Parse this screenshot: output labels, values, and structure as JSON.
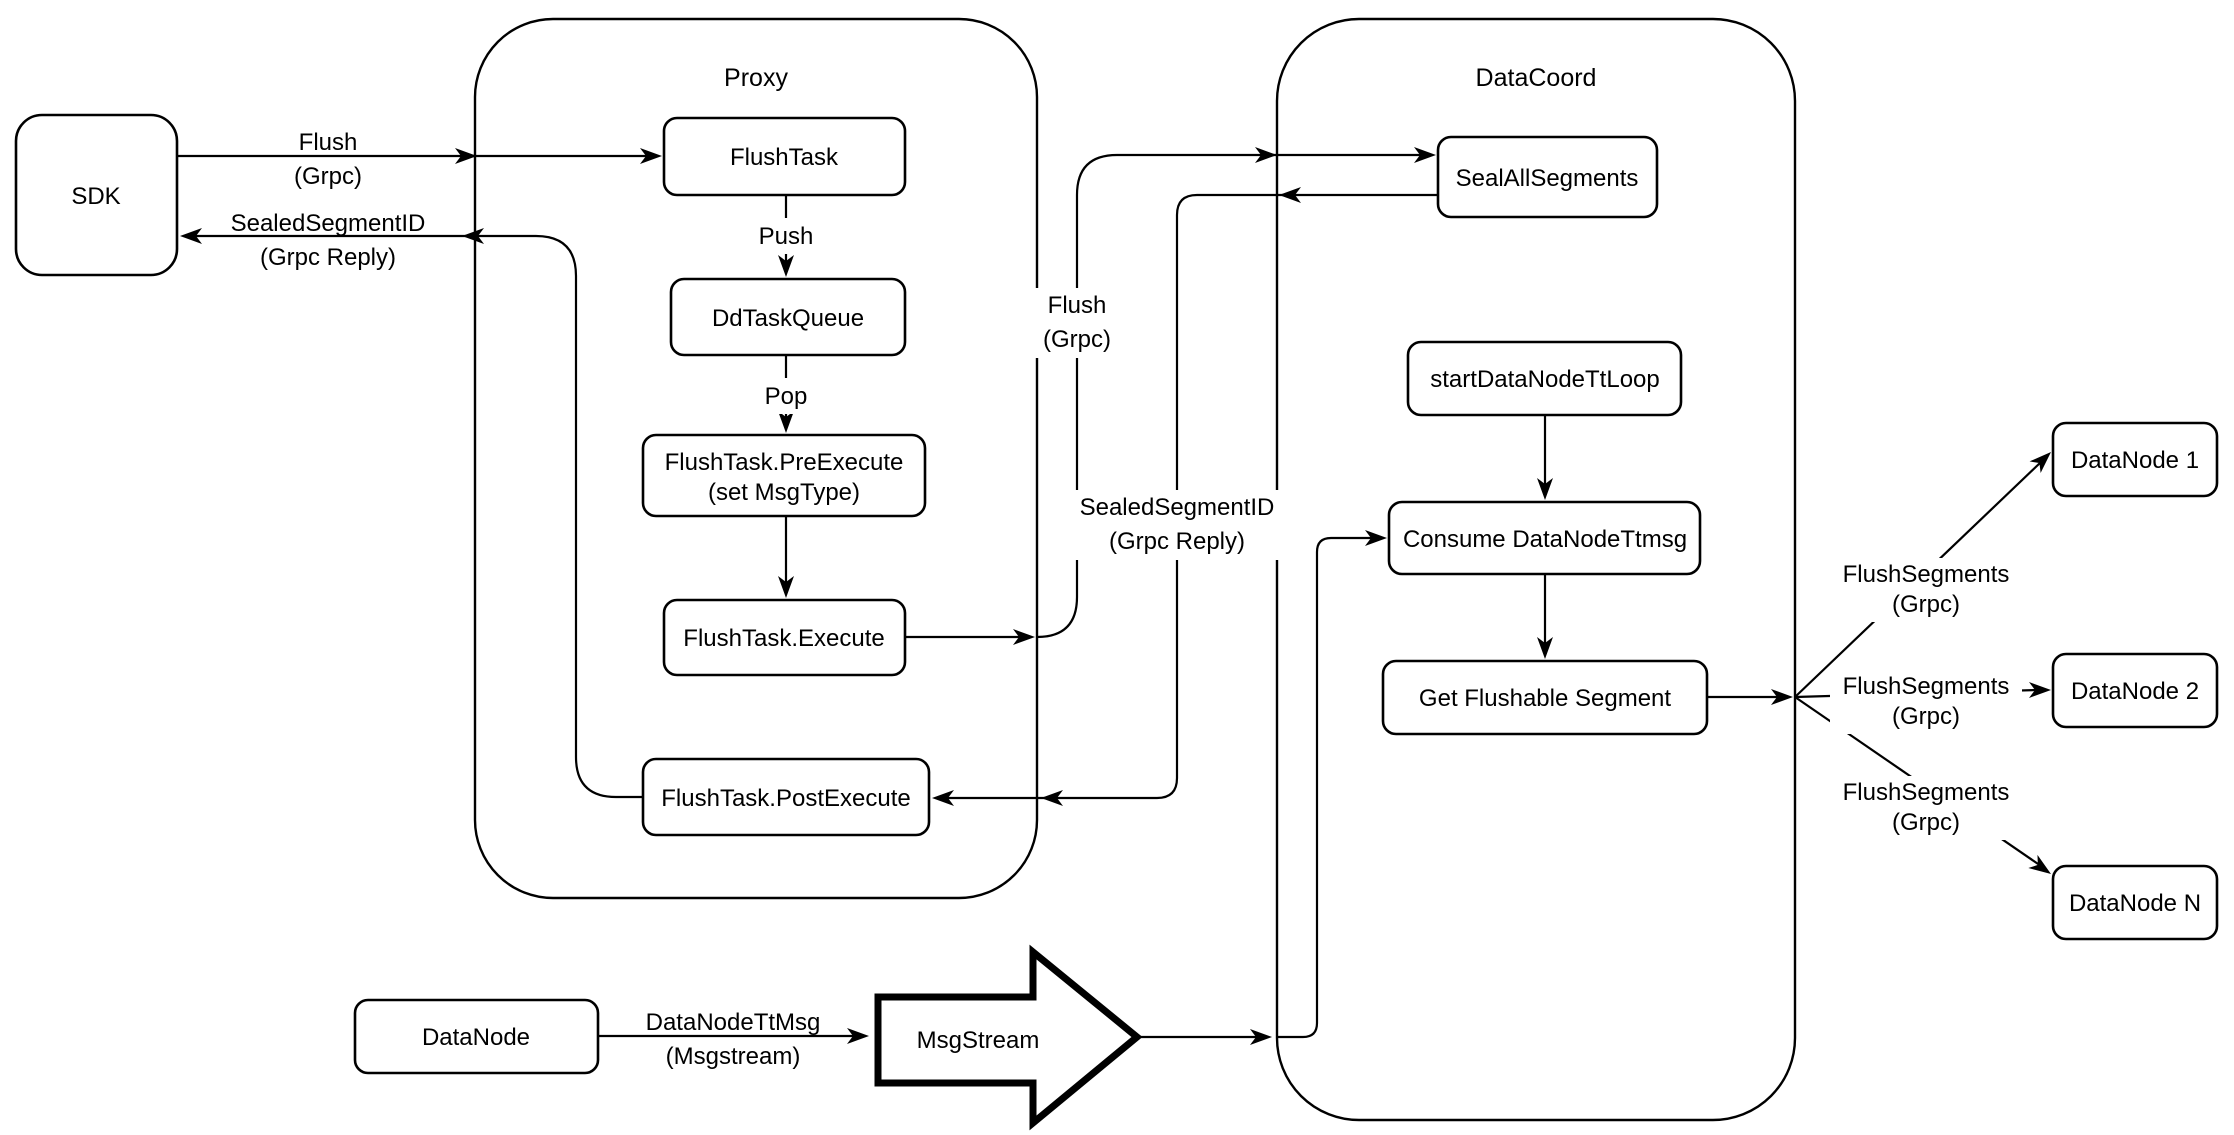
{
  "diagram": {
    "colors": {
      "stroke": "#000000",
      "node_fill": "#ffffff",
      "background": "#ffffff"
    },
    "containers": {
      "proxy": {
        "title": "Proxy"
      },
      "datacoord": {
        "title": "DataCoord"
      }
    },
    "nodes": {
      "sdk": "SDK",
      "flush_task": "FlushTask",
      "dd_task_queue": "DdTaskQueue",
      "pre_execute_line1": "FlushTask.PreExecute",
      "pre_execute_line2": "(set MsgType)",
      "execute": "FlushTask.Execute",
      "post_execute": "FlushTask.PostExecute",
      "seal_all_segments": "SealAllSegments",
      "start_datanode_tt_loop": "startDataNodeTtLoop",
      "consume_datanode_ttmsg": "Consume DataNodeTtmsg",
      "get_flushable_segment": "Get Flushable Segment",
      "datanode_1": "DataNode 1",
      "datanode_2": "DataNode 2",
      "datanode_n": "DataNode N",
      "datanode": "DataNode",
      "msgstream": "MsgStream"
    },
    "edge_labels": {
      "sdk_flush": {
        "line1": "Flush",
        "line2": "(Grpc)"
      },
      "sdk_reply": {
        "line1": "SealedSegmentID",
        "line2": "(Grpc Reply)"
      },
      "push": "Push",
      "pop": "Pop",
      "proxy_flush": {
        "line1": "Flush",
        "line2": "(Grpc)"
      },
      "proxy_reply": {
        "line1": "SealedSegmentID",
        "line2": "(Grpc Reply)"
      },
      "flush_segments_1": {
        "line1": "FlushSegments",
        "line2": "(Grpc)"
      },
      "flush_segments_2": {
        "line1": "FlushSegments",
        "line2": "(Grpc)"
      },
      "flush_segments_3": {
        "line1": "FlushSegments",
        "line2": "(Grpc)"
      },
      "datanode_ttmsg": {
        "line1": "DataNodeTtMsg",
        "line2": "(Msgstream)"
      }
    }
  }
}
